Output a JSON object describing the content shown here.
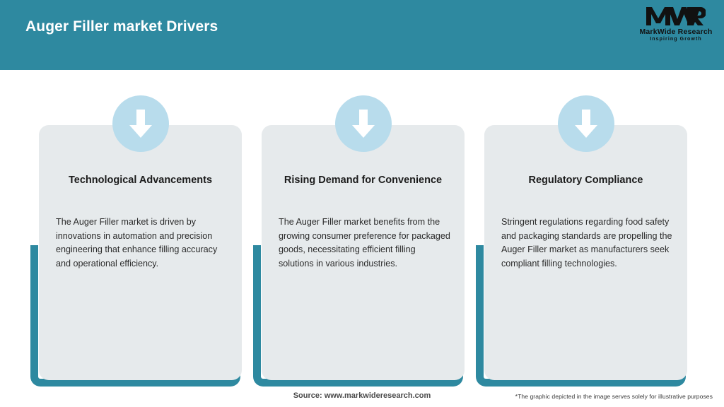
{
  "header": {
    "title": "Auger Filler market Drivers",
    "background_color": "#2e89a0",
    "title_color": "#ffffff"
  },
  "logo": {
    "mark": "MWR",
    "name": "MarkWide Research",
    "tagline": "Inspiring Growth",
    "color": "#111111"
  },
  "cards": [
    {
      "icon": "down-arrow-icon",
      "title": "Technological Advancements",
      "body": "The Auger Filler market is driven by innovations in automation and precision engineering that enhance filling accuracy and operational efficiency."
    },
    {
      "icon": "down-arrow-icon",
      "title": "Rising Demand for Convenience",
      "body": "The Auger Filler market benefits from the growing consumer preference for packaged goods, necessitating efficient filling solutions in various industries."
    },
    {
      "icon": "down-arrow-icon",
      "title": "Regulatory Compliance",
      "body": "Stringent regulations regarding food safety and packaging standards are propelling the Auger Filler market as manufacturers seek compliant filling technologies."
    }
  ],
  "footer": {
    "source": "Source: www.markwideresearch.com",
    "note": "*The graphic depicted in the image serves solely for illustrative purposes"
  },
  "theme": {
    "accent": "#2e89a0",
    "card_background": "#e6eaec",
    "icon_circle": "#b8dcec",
    "arrow": "#ffffff",
    "page_background": "#ffffff"
  }
}
